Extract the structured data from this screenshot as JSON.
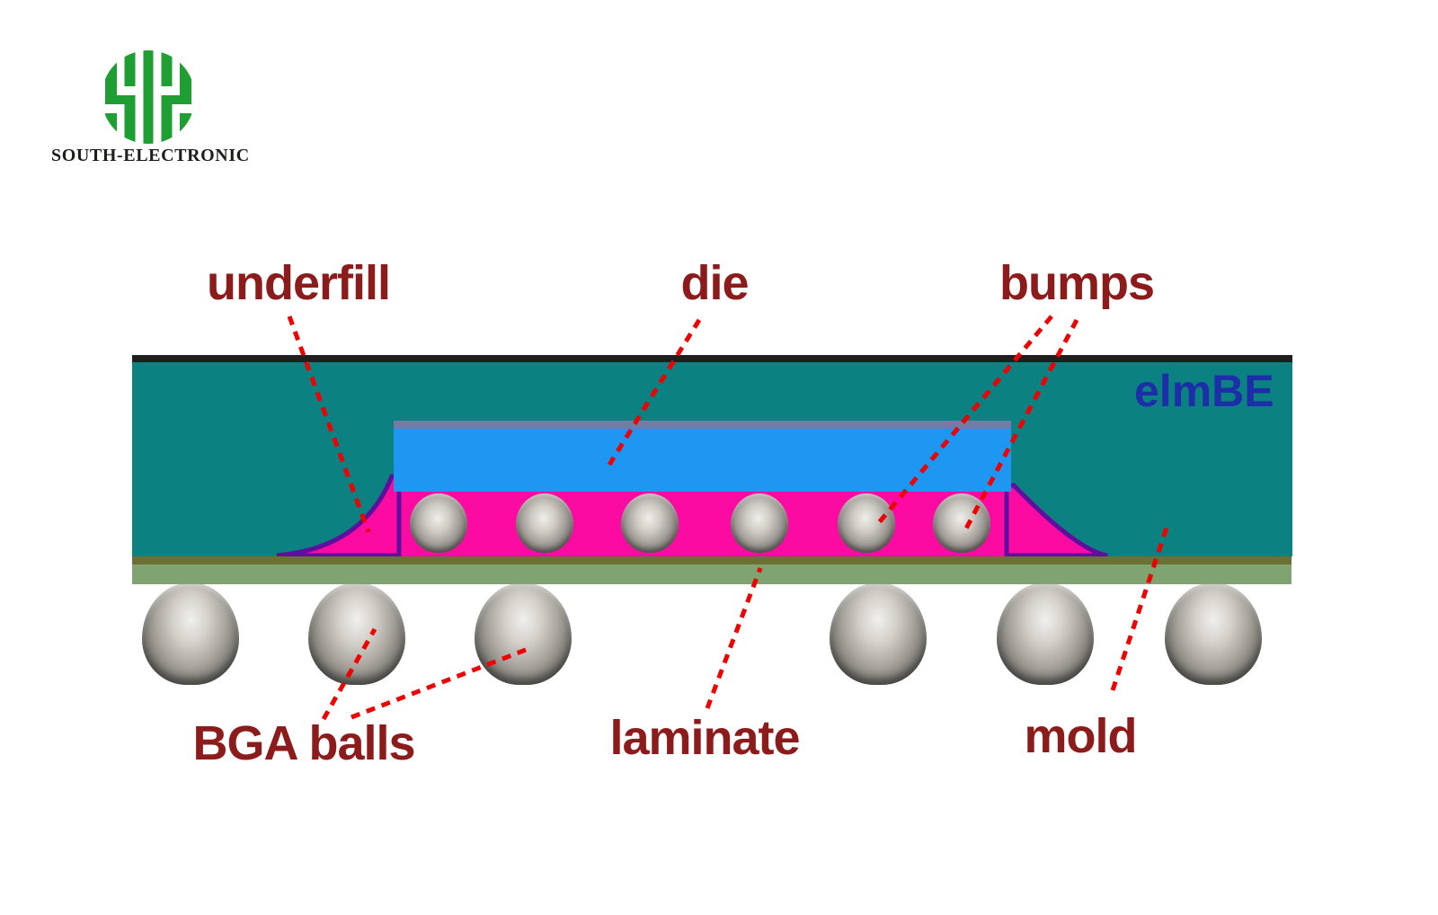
{
  "logo": {
    "company_name": "SOUTH-ELECTRONIC",
    "icon_name": "hh-ball-logo",
    "icon_color": "#1f9e34",
    "text_color": "#1d1d1b"
  },
  "diagram": {
    "watermark_text": "elmBE",
    "watermark_color": "#1c2fa8",
    "label_color": "#8c1b1b",
    "leader_line_color": "#ee0000",
    "labels": {
      "underfill": "underfill",
      "die": "die",
      "bumps": "bumps",
      "bga_balls": "BGA balls",
      "laminate": "laminate",
      "mold": "mold"
    },
    "layers": {
      "mold": {
        "color": "#0c8181",
        "top_border_color": "#1f1f1f"
      },
      "die": {
        "color": "#1d97f2",
        "top_border_color": "#767aa8"
      },
      "underfill": {
        "color": "#fc0ba2",
        "outline_color": "#5f0f9e"
      },
      "laminate": {
        "color": "#7fa471",
        "top_border_color": "#6c7032"
      },
      "bumps": {
        "count": 6
      },
      "bga_balls": {
        "count": 6
      }
    }
  }
}
